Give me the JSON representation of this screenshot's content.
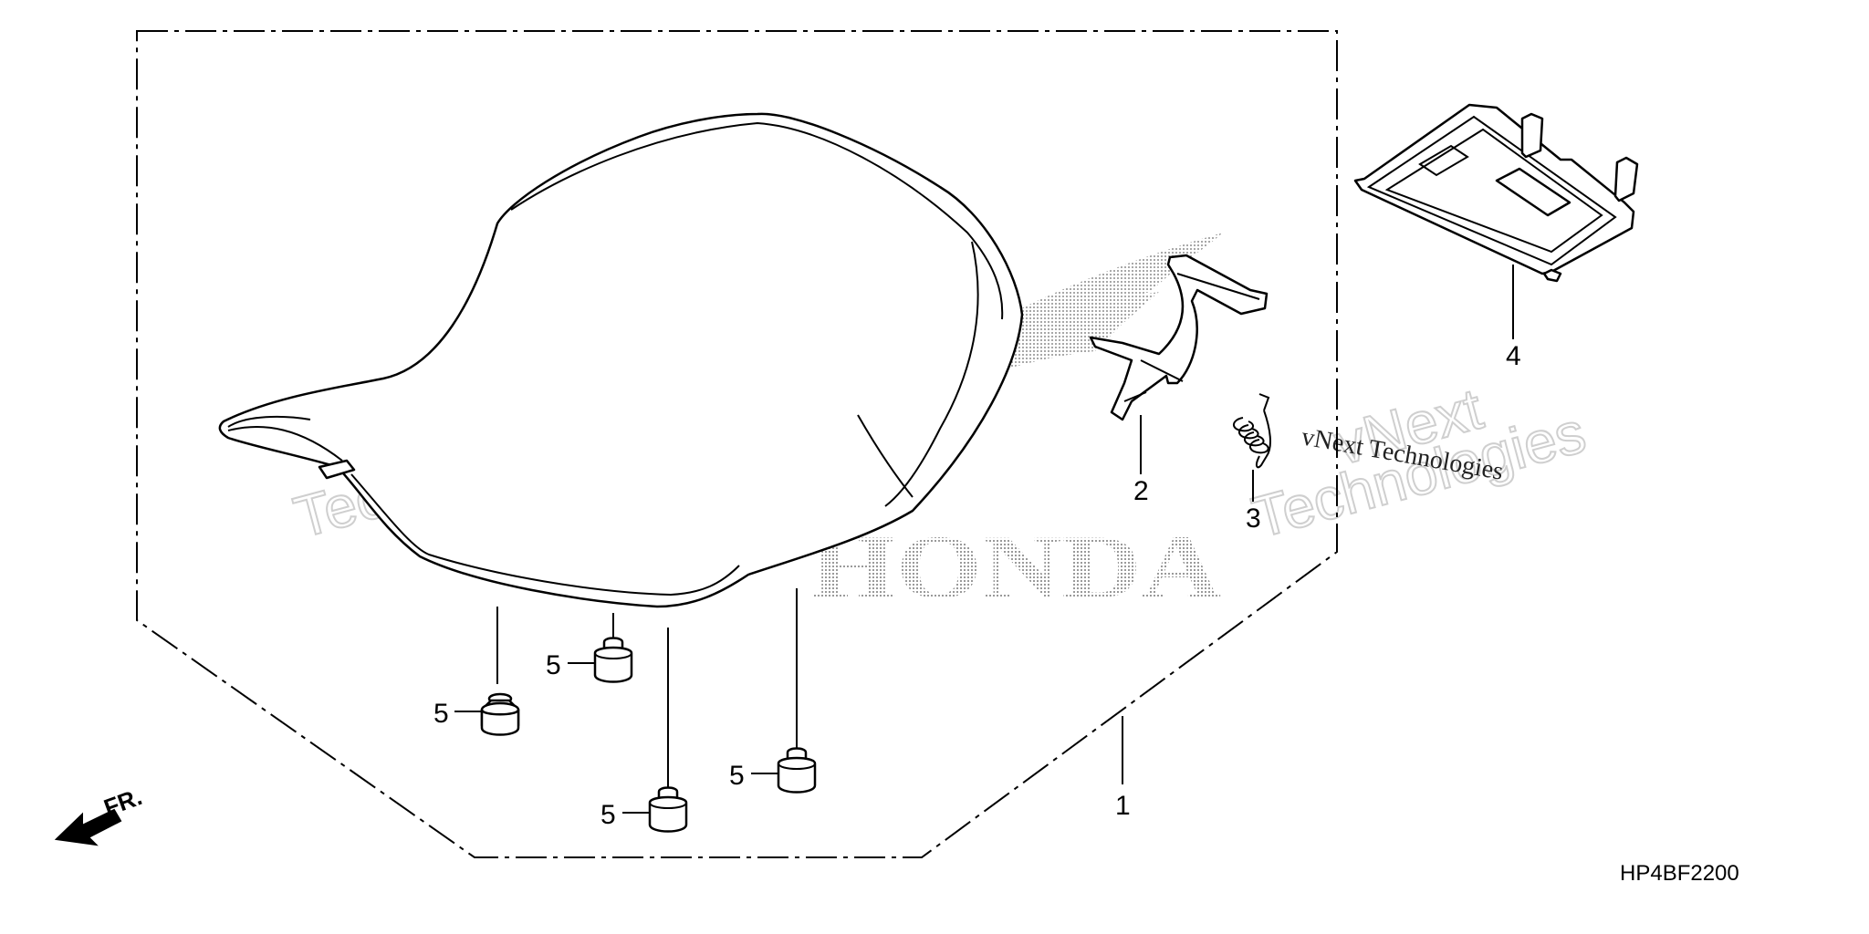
{
  "diagram": {
    "callouts": {
      "c1": "1",
      "c2": "2",
      "c3": "3",
      "c4": "4",
      "c5a": "5",
      "c5b": "5",
      "c5c": "5",
      "c5d": "5"
    },
    "front_label": "FR.",
    "figure_code": "HP4BF2200"
  },
  "watermarks": {
    "brand": "HONDA",
    "outline_line1": "vNext",
    "outline_line2": "Technologies",
    "caption": "vNext Technologies"
  },
  "colors": {
    "line": "#000000",
    "background": "#ffffff",
    "watermark_dots": "#9a9a9a",
    "watermark_outline": "#cfcfcf"
  }
}
